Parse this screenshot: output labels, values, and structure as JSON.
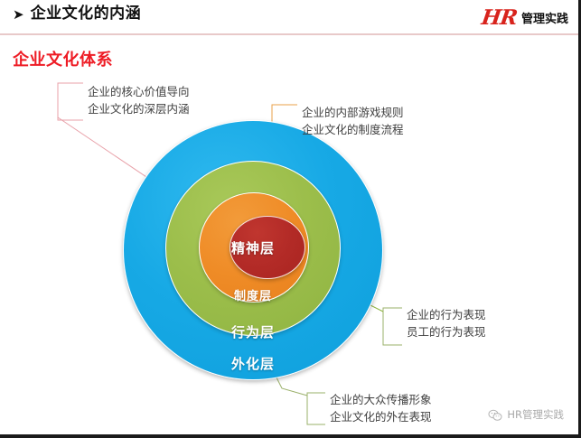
{
  "header": {
    "bullet_icon": "arrow-right-bullet",
    "title": "企业文化的内涵",
    "logo_mark": "HR",
    "logo_text": "管理实践"
  },
  "section": {
    "title": "企业文化体系",
    "title_color": "#ee1c25"
  },
  "diagram": {
    "type": "concentric-rings",
    "rings": [
      {
        "id": "blue",
        "label": "外化层",
        "color": "#17a9e5",
        "order": 4
      },
      {
        "id": "green",
        "label": "行为层",
        "color": "#9cbe4b",
        "order": 3
      },
      {
        "id": "orange",
        "label": "制度层",
        "color": "#ef8c27",
        "order": 2
      },
      {
        "id": "red",
        "label": "精神层",
        "color": "#b32b27",
        "order": 1
      }
    ]
  },
  "annotations": [
    {
      "id": "spirit",
      "target_ring": "red",
      "line_color": "#e8a0a8",
      "lines": [
        "企业的核心价值导向",
        "企业文化的深层内涵"
      ]
    },
    {
      "id": "institution",
      "target_ring": "orange",
      "line_color": "#e8a04a",
      "lines": [
        "企业的内部游戏规则",
        "企业文化的制度流程"
      ]
    },
    {
      "id": "behavior",
      "target_ring": "green",
      "line_color": "#8fb442",
      "lines": [
        "企业的行为表现",
        "员工的行为表现"
      ]
    },
    {
      "id": "externalization",
      "target_ring": "blue",
      "line_color": "#9ab06a",
      "lines": [
        "企业的大众传播形象",
        "企业文化的外在表现"
      ]
    }
  ],
  "watermark": {
    "icon": "wechat-icon",
    "text": "HR管理实践"
  }
}
